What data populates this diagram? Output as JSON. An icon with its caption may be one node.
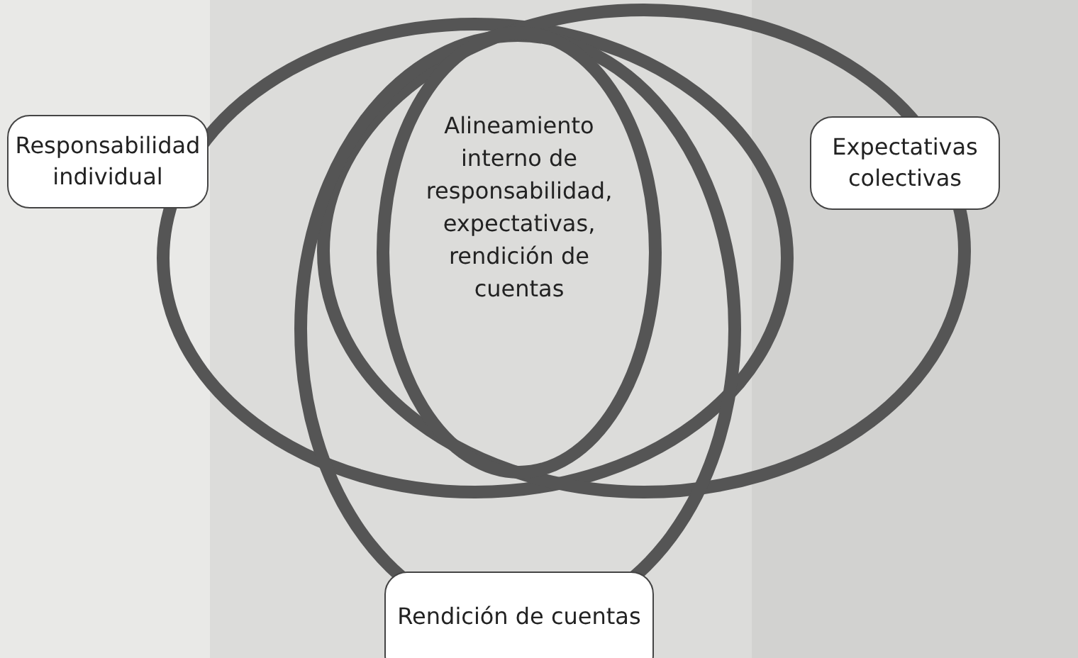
{
  "diagram": {
    "nodes": [
      {
        "text": [
          "Responsabilidad individual"
        ]
      },
      {
        "text": [
          "Alineamiento interno de responsabilidad, expectativas, rendición de cuentas"
        ]
      },
      {
        "text": [
          "Expectativas colectivas"
        ]
      },
      {
        "text": [
          "Rendición de cuentas"
        ]
      }
    ],
    "edges": []
  }
}
